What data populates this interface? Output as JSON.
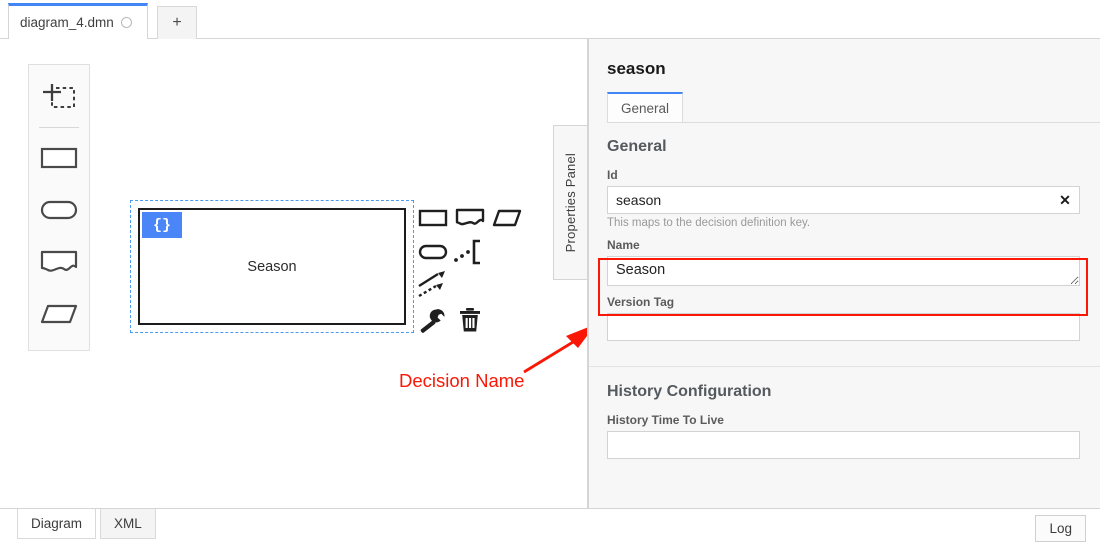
{
  "tabbar": {
    "file_tab_label": "diagram_4.dmn",
    "file_tab_dirty_icon": "unsaved-circle-icon",
    "add_tab_label": "+"
  },
  "palette": {
    "items": [
      {
        "name": "lasso-tool",
        "icon": "lasso-tool-icon"
      },
      {
        "name": "decision",
        "icon": "decision-shape-icon"
      },
      {
        "name": "input-data",
        "icon": "input-data-shape-icon"
      },
      {
        "name": "knowledge-source",
        "icon": "knowledge-source-shape-icon"
      },
      {
        "name": "business-knowledge-model",
        "icon": "bkm-shape-icon"
      }
    ]
  },
  "canvas": {
    "decision": {
      "label": "Season",
      "badge_label": "{}",
      "badge_color": "#4a86f7",
      "selected": true,
      "selection_color": "#4a9bf0"
    },
    "context_pad": {
      "items": [
        {
          "name": "append-decision",
          "icon": "decision-shape-icon"
        },
        {
          "name": "append-knowledge-source",
          "icon": "knowledge-source-shape-icon"
        },
        {
          "name": "append-business-knowledge-model",
          "icon": "bkm-shape-icon"
        },
        {
          "name": "append-input-data",
          "icon": "input-data-shape-icon"
        },
        {
          "name": "append-text-annotation",
          "icon": "text-annotation-icon"
        },
        {
          "name": "connect",
          "icon": "connect-arrows-icon"
        },
        {
          "name": "edit-properties",
          "icon": "wrench-icon"
        },
        {
          "name": "delete",
          "icon": "trash-icon"
        }
      ]
    },
    "annotation": {
      "text": "Decision Name",
      "color": "#fb1705"
    }
  },
  "properties_panel": {
    "toggle_label": "Properties Panel",
    "element_title": "season",
    "tabs": [
      {
        "label": "General",
        "active": true
      }
    ],
    "groups": [
      {
        "title": "General",
        "fields": [
          {
            "label": "Id",
            "value": "season",
            "placeholder": "",
            "hint": "This maps to the decision definition key.",
            "clear_icon": "clear-x-icon",
            "kind": "input"
          },
          {
            "label": "Name",
            "value": "Season",
            "placeholder": "",
            "hint": "",
            "kind": "textarea",
            "highlighted": true,
            "highlight_color": "#fb1705"
          },
          {
            "label": "Version Tag",
            "value": "",
            "placeholder": "",
            "hint": "",
            "kind": "input"
          }
        ]
      },
      {
        "title": "History Configuration",
        "fields": [
          {
            "label": "History Time To Live",
            "value": "",
            "placeholder": "",
            "hint": "",
            "kind": "input"
          }
        ]
      }
    ]
  },
  "bottombar": {
    "tabs": [
      {
        "label": "Diagram",
        "active": true
      },
      {
        "label": "XML",
        "active": false
      }
    ],
    "log_label": "Log"
  }
}
